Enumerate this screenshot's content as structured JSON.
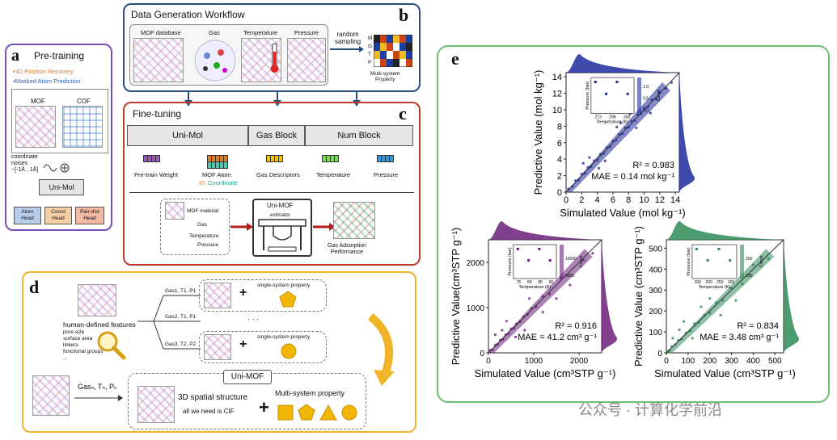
{
  "panel_a": {
    "label": "a",
    "title": "Pre-training",
    "legend1": "•3D Position Recovery",
    "legend2": "•Masked Atom Prediction",
    "mof": "MOF",
    "cof": "COF",
    "noise_label": "coordinate\nnoises\n~[-1Å , 1Å]",
    "unimol": "Uni-Mol",
    "heads": [
      "Atom\nHead",
      "Coord\nHead",
      "Pair-dist\nHead"
    ]
  },
  "panel_b": {
    "label": "b",
    "title": "Data Generation Workflow",
    "items": [
      "MOF database",
      "Gas",
      "Temperature",
      "Pressure"
    ],
    "sampling": "random\nsampling",
    "matrix_rows": [
      "M",
      "G",
      "T",
      "P"
    ],
    "output": "Multi-system\nProperty"
  },
  "panel_c": {
    "label": "c",
    "title": "Fine-tuning",
    "blocks": [
      "Uni-Mol",
      "Gas Block",
      "Num Block"
    ],
    "features": [
      "Pre-train Weight",
      "MOF Atom",
      "Gas Descriptors",
      "Temperature",
      "Pressure"
    ],
    "id_coord_a": "ID",
    "id_coord_b": "Coordinate",
    "inputs": [
      "MOF material",
      "Gas",
      "Temperature",
      "Pressure"
    ],
    "model": "Uni-MOF",
    "estimator": "estimator",
    "output": "Gas Adsorption\nPerformance"
  },
  "panel_d": {
    "label": "d",
    "features_title": "human-defined features",
    "features_list": [
      "pore size",
      "surface area",
      "linkers",
      "functional groups",
      "..."
    ],
    "rows": [
      "Gas1, T1, P1",
      "Gas2, T1, P1",
      "Gas3, T2, P2"
    ],
    "single_prop": "single-system property",
    "ellipsis": "· · ·",
    "gas_line": "Gasₙ, Tₙ, Pₙ",
    "unimof": "Uni-MOF",
    "structure": "3D spatial structure",
    "cif": "all we need is CIF",
    "multi": "Multi-system property",
    "plus": "+"
  },
  "panel_e": {
    "label": "e",
    "watermark": "公众号 · 计算化学前沿"
  },
  "chart_data": [
    {
      "type": "scatter",
      "title": "",
      "xlabel": "Simulated Value (mol kg⁻¹)",
      "ylabel": "Predictive Value (mol kg⁻¹)",
      "xlim": [
        0,
        14.5
      ],
      "ylim": [
        0,
        14.5
      ],
      "xticks": [
        0,
        2,
        4,
        6,
        8,
        10,
        12,
        14
      ],
      "yticks": [
        0,
        2,
        4,
        6,
        8,
        10,
        12,
        14
      ],
      "color": "#1f2a9b",
      "annotations": [
        "R² = 0.983",
        "MAE = 0.14 mol kg⁻¹"
      ],
      "inset": {
        "xlabel": "Temperature (K)",
        "ylabel": "Pressure (bar)",
        "clabel": "Count",
        "xticks": [
          "273",
          "298",
          "300"
        ],
        "cticks": [
          "0.0",
          "0.5",
          "1.0"
        ]
      },
      "points": [
        [
          0.3,
          0.4
        ],
        [
          0.8,
          0.7
        ],
        [
          1.2,
          1.4
        ],
        [
          1.6,
          1.5
        ],
        [
          2.0,
          2.2
        ],
        [
          2.4,
          2.3
        ],
        [
          2.8,
          3.0
        ],
        [
          3.2,
          3.1
        ],
        [
          3.6,
          3.8
        ],
        [
          4.0,
          3.9
        ],
        [
          4.4,
          4.6
        ],
        [
          4.8,
          4.7
        ],
        [
          5.2,
          5.4
        ],
        [
          5.6,
          5.5
        ],
        [
          6.0,
          6.2
        ],
        [
          6.4,
          6.3
        ],
        [
          6.8,
          7.0
        ],
        [
          7.2,
          7.1
        ],
        [
          7.6,
          7.8
        ],
        [
          8.0,
          7.9
        ],
        [
          8.4,
          8.6
        ],
        [
          8.8,
          8.7
        ],
        [
          9.2,
          9.4
        ],
        [
          9.6,
          9.5
        ],
        [
          10.0,
          10.2
        ],
        [
          10.5,
          10.4
        ],
        [
          11.0,
          11.2
        ],
        [
          11.5,
          11.3
        ],
        [
          12.0,
          12.1
        ],
        [
          12.8,
          12.6
        ],
        [
          13.5,
          13.3
        ],
        [
          3.0,
          4.2
        ],
        [
          5.0,
          3.8
        ],
        [
          7.0,
          8.4
        ],
        [
          9.0,
          7.8
        ],
        [
          4.2,
          2.9
        ],
        [
          6.5,
          7.9
        ],
        [
          2.2,
          3.5
        ],
        [
          10.8,
          9.6
        ],
        [
          8.2,
          9.5
        ]
      ]
    },
    {
      "type": "scatter",
      "title": "",
      "xlabel": "Simulated Value (cm³STP g⁻¹)",
      "ylabel": "Predictive Value(cm³STP g⁻¹)",
      "xlim": [
        0,
        2500
      ],
      "ylim": [
        0,
        2500
      ],
      "xticks": [
        0,
        1000,
        2000
      ],
      "yticks": [
        0,
        1000,
        2000
      ],
      "color": "#6a1f7a",
      "annotations": [
        "R² = 0.916",
        "MAE = 41.2 cm³ g⁻¹"
      ],
      "inset": {
        "xlabel": "Temperature (K)",
        "ylabel": "Pressure (bar)",
        "clabel": "Count",
        "xticks": [
          "75",
          "80",
          "85",
          "90"
        ],
        "cticks": [
          "5000",
          "10000"
        ]
      },
      "points": [
        [
          40,
          60
        ],
        [
          90,
          70
        ],
        [
          150,
          170
        ],
        [
          200,
          190
        ],
        [
          260,
          280
        ],
        [
          320,
          300
        ],
        [
          380,
          400
        ],
        [
          440,
          420
        ],
        [
          500,
          530
        ],
        [
          560,
          540
        ],
        [
          620,
          640
        ],
        [
          700,
          690
        ],
        [
          780,
          800
        ],
        [
          860,
          850
        ],
        [
          950,
          980
        ],
        [
          1050,
          1020
        ],
        [
          1200,
          1250
        ],
        [
          1350,
          1300
        ],
        [
          1600,
          1650
        ],
        [
          2100,
          2050
        ],
        [
          300,
          500
        ],
        [
          600,
          350
        ],
        [
          900,
          1200
        ],
        [
          1200,
          900
        ],
        [
          400,
          700
        ],
        [
          1500,
          1200
        ],
        [
          150,
          400
        ],
        [
          800,
          500
        ],
        [
          1800,
          1500
        ],
        [
          2300,
          2200
        ]
      ]
    },
    {
      "type": "scatter",
      "title": "",
      "xlabel": "Simulated Value (cm³STP g⁻¹)",
      "ylabel": "Predictive Value (cm³STP g⁻¹)",
      "xlim": [
        0,
        540
      ],
      "ylim": [
        0,
        540
      ],
      "xticks": [
        0,
        100,
        200,
        300,
        400,
        500
      ],
      "yticks": [
        0,
        100,
        200,
        300,
        400,
        500
      ],
      "color": "#2e8b57",
      "annotations": [
        "R² = 0.834",
        "MAE = 3.48 cm³ g⁻¹"
      ],
      "inset": {
        "xlabel": "Temperature (K)",
        "ylabel": "Pressure (bar)",
        "clabel": "Count",
        "xticks": [
          "150",
          "200",
          "250",
          "300"
        ],
        "cticks": [
          "100",
          "200"
        ]
      },
      "points": [
        [
          5,
          8
        ],
        [
          15,
          12
        ],
        [
          25,
          30
        ],
        [
          40,
          38
        ],
        [
          55,
          60
        ],
        [
          70,
          65
        ],
        [
          90,
          95
        ],
        [
          110,
          105
        ],
        [
          130,
          140
        ],
        [
          150,
          145
        ],
        [
          175,
          180
        ],
        [
          200,
          190
        ],
        [
          230,
          240
        ],
        [
          260,
          250
        ],
        [
          300,
          310
        ],
        [
          350,
          330
        ],
        [
          400,
          420
        ],
        [
          470,
          450
        ],
        [
          60,
          110
        ],
        [
          120,
          70
        ],
        [
          200,
          260
        ],
        [
          250,
          180
        ],
        [
          80,
          150
        ],
        [
          320,
          250
        ],
        [
          30,
          70
        ],
        [
          160,
          220
        ]
      ]
    }
  ]
}
